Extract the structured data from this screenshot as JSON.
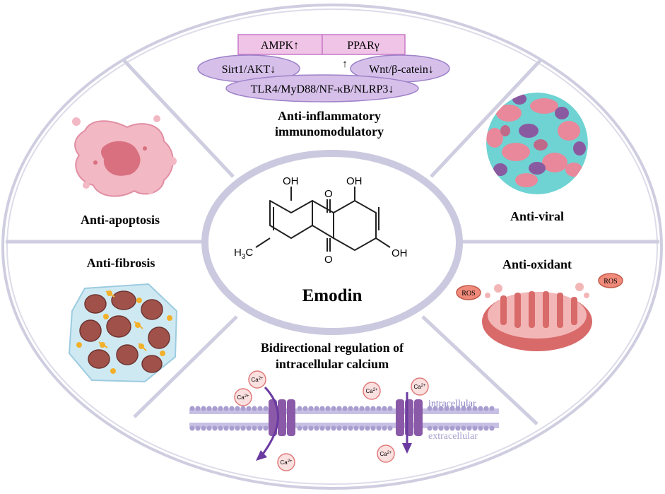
{
  "center": {
    "compound_name": "Emodin",
    "oh_top_left": "OH",
    "oh_top_right": "OH",
    "oh_right": "OH",
    "o_top": "O",
    "o_bottom": "O",
    "methyl": "H3C"
  },
  "segments": {
    "anti_inflammatory": {
      "title_line1": "Anti-inflammatory",
      "title_line2": "immunomodulatory",
      "boxes": [
        "AMPK↑",
        "PPARγ"
      ],
      "small_arrow": "↑",
      "ellipse_sirt": "Sirt1/AKT↓",
      "ellipse_wnt": "Wnt/β-catein↓",
      "ellipse_tlr": "TLR4/MyD88/NF-κB/NLRP3↓"
    },
    "anti_apoptosis": {
      "title": "Anti-apoptosis"
    },
    "anti_viral": {
      "title": "Anti-viral"
    },
    "anti_fibrosis": {
      "title": "Anti-fibrosis"
    },
    "anti_oxidant": {
      "title": "Anti-oxidant",
      "ros_badges": [
        "ROS",
        "ROS"
      ]
    },
    "calcium": {
      "title_line1": "Bidirectional regulation of",
      "title_line2": "intracellular calcium",
      "intracellular_label": "intracellular",
      "extracellular_label": "extracellular",
      "ion_label": "Ca2+"
    }
  },
  "colors": {
    "outer_fill": "#e4e4f0",
    "outer_stroke": "#c8c6dc",
    "inner_fill": "#ffffff",
    "box_fill": "#f0c4e6",
    "box_stroke": "#c878c8",
    "ellipse_fill": "#d6c0ea",
    "ellipse_stroke": "#9e82c8",
    "membrane": "#a99ed0",
    "channel": "#8a5aa8",
    "arrow": "#6a3aa0",
    "ca_fill": "#fbe0e0",
    "ca_stroke": "#e07c7c",
    "cell_pink": "#e896a8",
    "viral_teal": "#6fd3d3",
    "viral_purple": "#8a5aa0",
    "mito_red": "#d96a6a",
    "ros_fill": "#f08a7a",
    "fibro_yellow": "#f2b02a",
    "fibro_brown": "#a0524a"
  }
}
